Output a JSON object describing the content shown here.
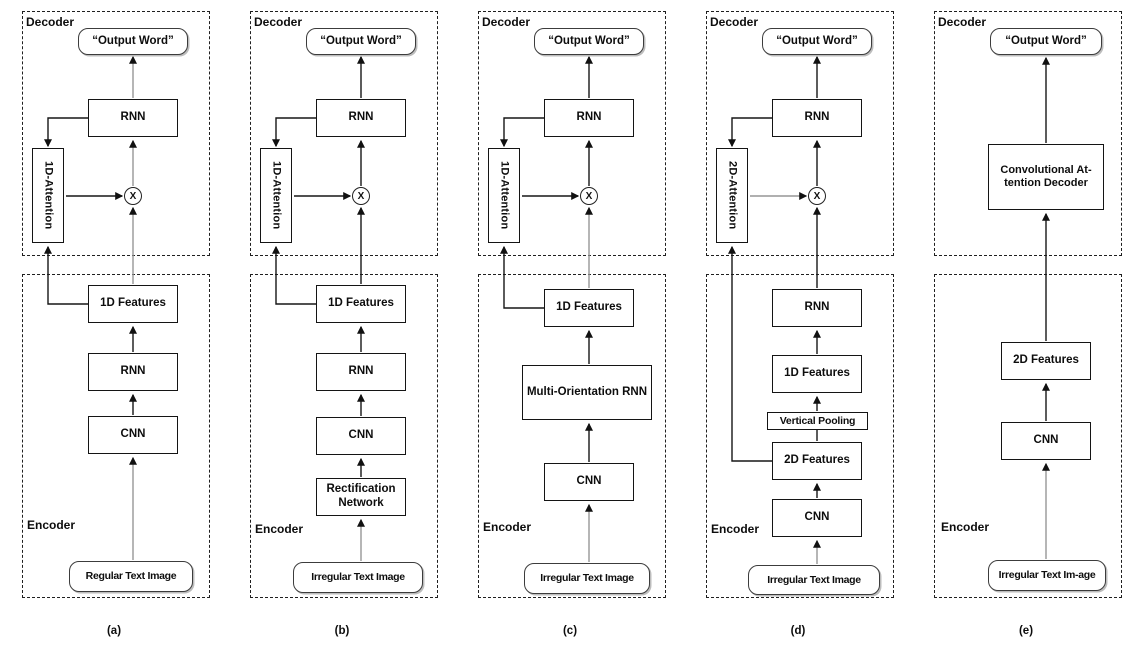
{
  "panels": [
    {
      "caption": "(a)",
      "decoder": {
        "region_label": "Decoder",
        "output_word": "“Output Word”",
        "rnn": "RNN",
        "attention": "1D-Attention",
        "multiply": "X"
      },
      "encoder": {
        "region_label": "Encoder",
        "features": "1D Features",
        "rnn": "RNN",
        "cnn": "CNN",
        "input": "Regular Text Image"
      }
    },
    {
      "caption": "(b)",
      "decoder": {
        "region_label": "Decoder",
        "output_word": "“Output Word”",
        "rnn": "RNN",
        "attention": "1D-Attention",
        "multiply": "X"
      },
      "encoder": {
        "region_label": "Encoder",
        "features": "1D Features",
        "rnn": "RNN",
        "cnn": "CNN",
        "rectification": "Rectification Network",
        "input": "Irregular Text Image"
      }
    },
    {
      "caption": "(c)",
      "decoder": {
        "region_label": "Decoder",
        "output_word": "“Output Word”",
        "rnn": "RNN",
        "attention": "1D-Attention",
        "multiply": "X"
      },
      "encoder": {
        "region_label": "Encoder",
        "features": "1D Features",
        "mo_rnn": "Multi-Orientation RNN",
        "cnn": "CNN",
        "input": "Irregular Text Image"
      }
    },
    {
      "caption": "(d)",
      "decoder": {
        "region_label": "Decoder",
        "output_word": "“Output Word”",
        "rnn": "RNN",
        "attention": "2D-Attention",
        "multiply": "X"
      },
      "encoder": {
        "region_label": "Encoder",
        "rnn": "RNN",
        "features1d": "1D Features",
        "vertical_pooling": "Vertical Pooling",
        "features2d": "2D Features",
        "cnn": "CNN",
        "input": "Irregular Text Image"
      }
    },
    {
      "caption": "(e)",
      "decoder": {
        "region_label": "Decoder",
        "output_word": "“Output Word”",
        "conv_decoder": "Convolutional At-tention Decoder"
      },
      "encoder": {
        "region_label": "Encoder",
        "features2d": "2D Features",
        "cnn": "CNN",
        "input": "Irregular Text Im-age"
      }
    }
  ]
}
